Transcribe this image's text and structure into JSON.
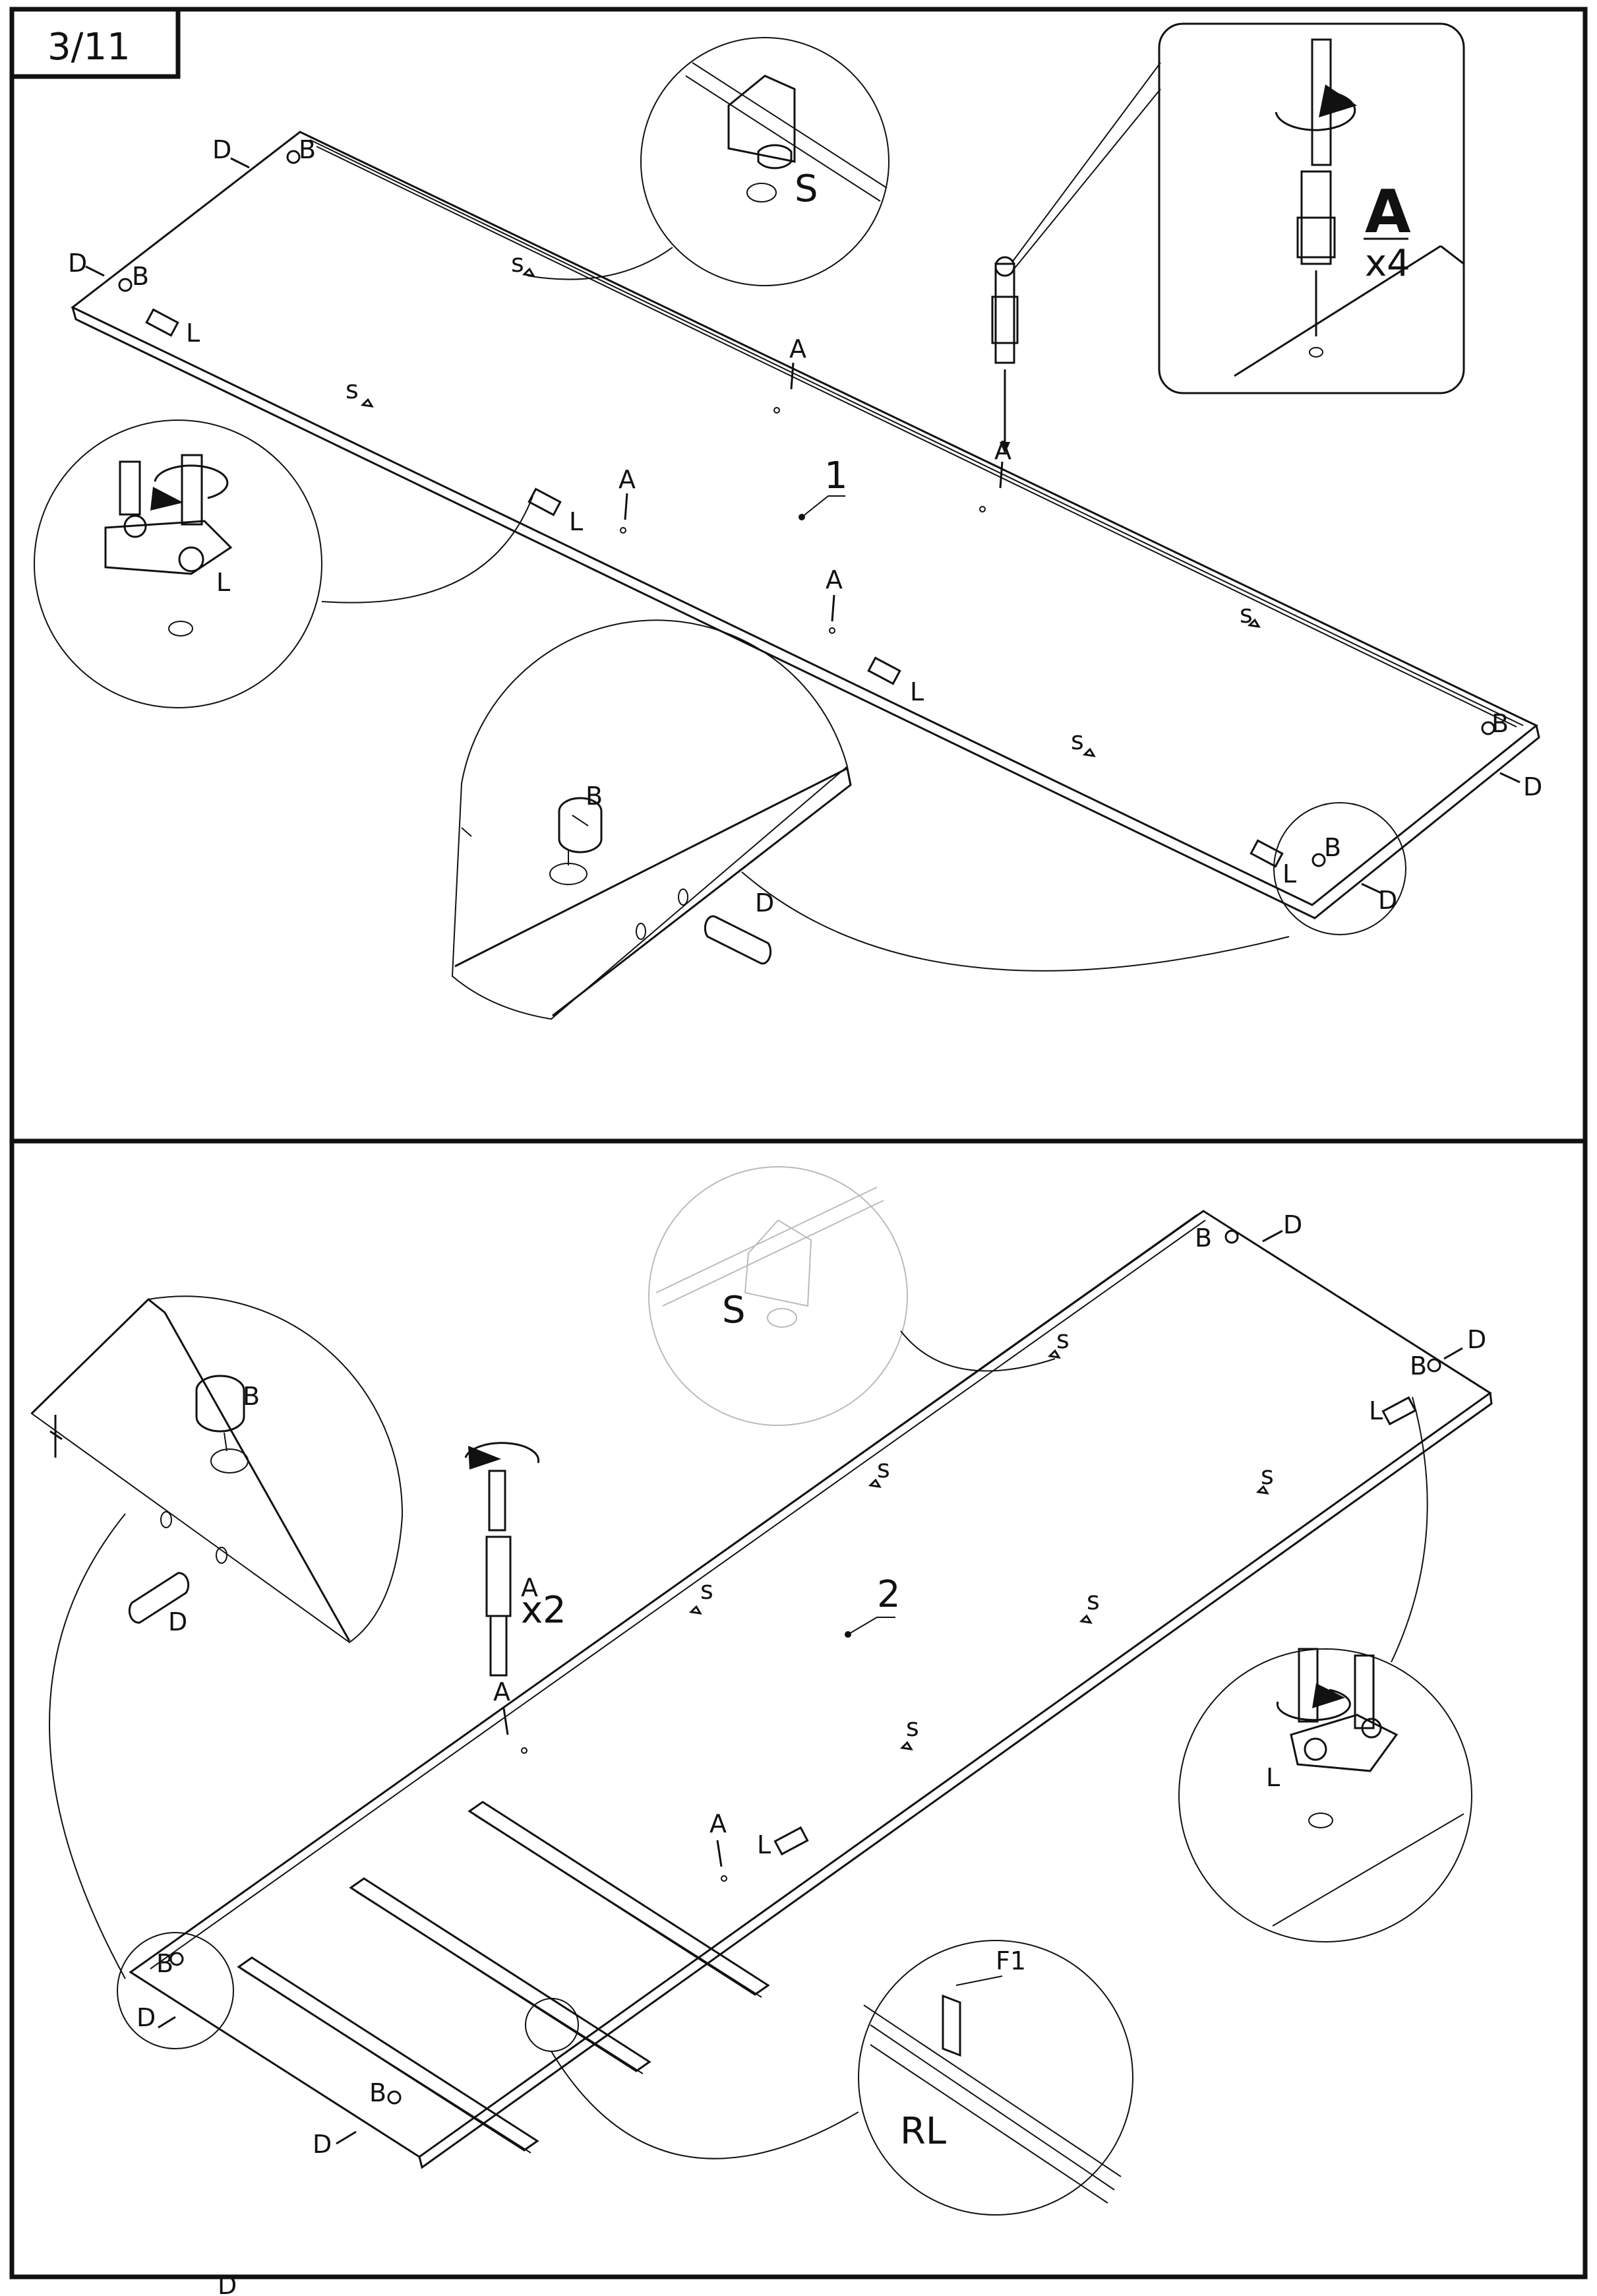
{
  "page": {
    "number": "3/11"
  },
  "step1": {
    "panel_number": "1",
    "detail_A": {
      "label": "A",
      "qty": "x4"
    },
    "label_S_detail": "S",
    "label_L_detail": "L",
    "label_B_detail": "B",
    "label_D_detail": "D",
    "labels": {
      "D": "D",
      "B": "B",
      "L": "L",
      "s": "s",
      "A": "A"
    }
  },
  "step2": {
    "panel_number": "2",
    "label_S_detail": "S",
    "label_B_detail": "B",
    "label_D_detail": "D",
    "label_L_detail": "L",
    "screw_A": {
      "label": "A",
      "qty": "x2"
    },
    "rail_detail": {
      "screw": "F1",
      "rail": "RL"
    },
    "labels": {
      "D": "D",
      "B": "B",
      "L": "L",
      "s": "s",
      "A": "A"
    }
  },
  "footer": {
    "stray_label": "D"
  }
}
